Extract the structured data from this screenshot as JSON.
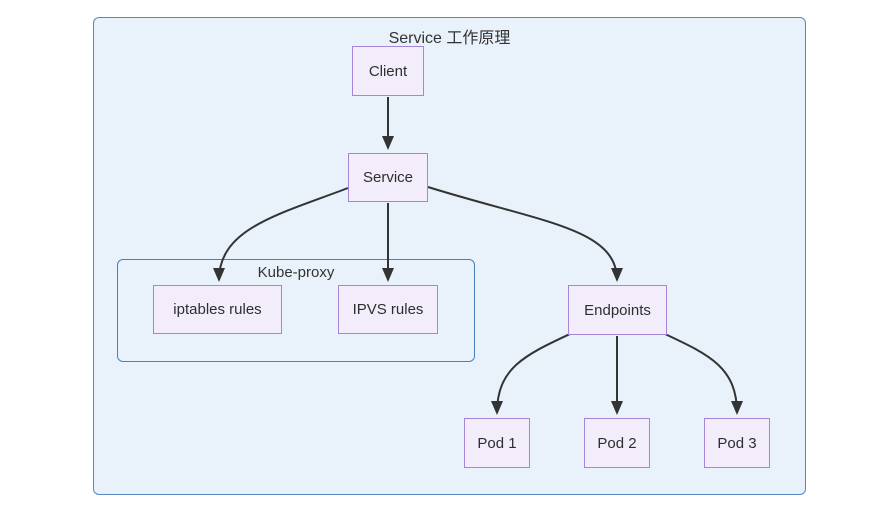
{
  "diagram": {
    "title": "Service 工作原理",
    "subgraph_label": "Kube-proxy",
    "nodes": {
      "client": "Client",
      "service": "Service",
      "iptables": "iptables rules",
      "ipvs": "IPVS rules",
      "endpoints": "Endpoints",
      "pod1": "Pod 1",
      "pod2": "Pod 2",
      "pod3": "Pod 3"
    },
    "edges": [
      {
        "from": "Client",
        "to": "Service"
      },
      {
        "from": "Service",
        "to": "iptables rules"
      },
      {
        "from": "Service",
        "to": "IPVS rules"
      },
      {
        "from": "Service",
        "to": "Endpoints"
      },
      {
        "from": "Endpoints",
        "to": "Pod 1"
      },
      {
        "from": "Endpoints",
        "to": "Pod 2"
      },
      {
        "from": "Endpoints",
        "to": "Pod 3"
      }
    ],
    "colors": {
      "node_fill": "#f3edfb",
      "node_border": "#a385d9",
      "container_fill": "#e9f1fb",
      "container_border": "#5488c0",
      "subgraph_border": "#4a80bd",
      "edge": "#333333",
      "text": "#333333"
    }
  }
}
